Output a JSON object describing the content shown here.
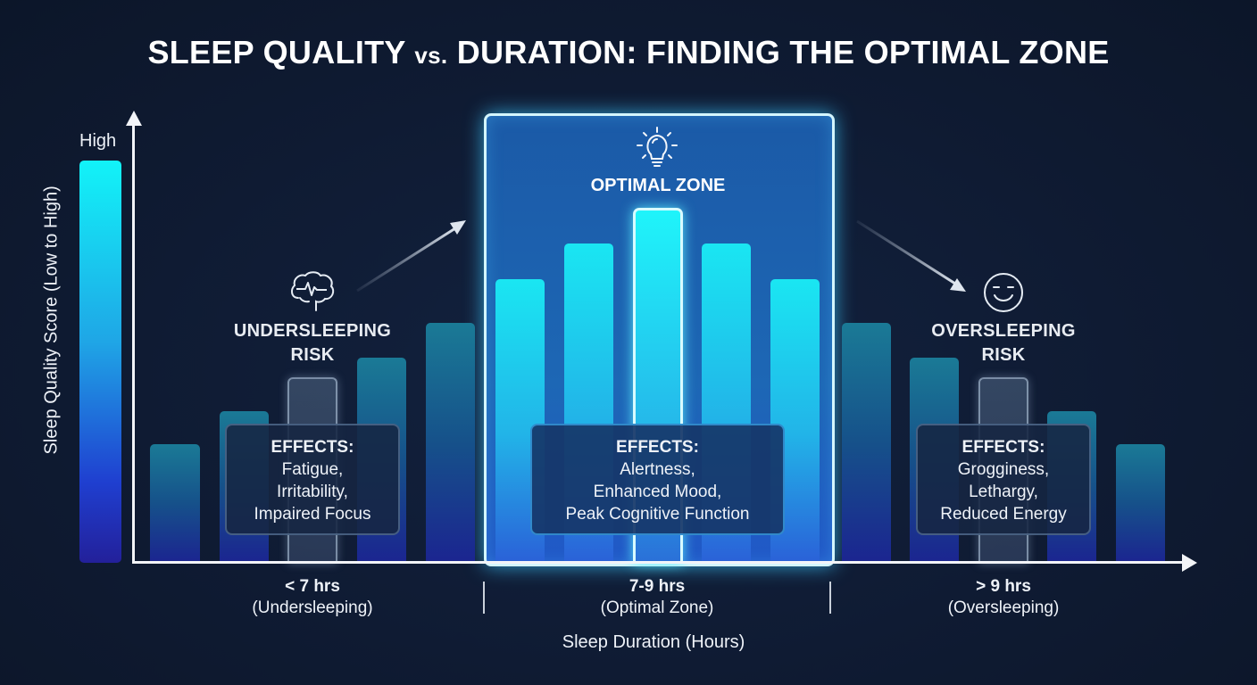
{
  "title": {
    "part1": "SLEEP QUALITY ",
    "vs": "vs.",
    "part2": " DURATION: FINDING THE OPTIMAL ZONE"
  },
  "y_axis": {
    "label": "Sleep Quality Score (Low to High)",
    "high_label": "High"
  },
  "x_axis": {
    "label": "Sleep Duration (Hours)"
  },
  "zones": {
    "under": {
      "icon": "brain-icon",
      "title_line1": "UNDERSLEEPING",
      "title_line2": "RISK",
      "effects_head": "EFFECTS:",
      "effects": [
        "Fatigue,",
        "Irritability,",
        "Impaired Focus"
      ],
      "category": "< 7 hrs",
      "category_sub": "(Undersleeping)"
    },
    "optimal": {
      "icon": "lightbulb-icon",
      "title": "OPTIMAL ZONE",
      "effects_head": "EFFECTS:",
      "effects": [
        "Alertness,",
        "Enhanced Mood,",
        "Peak Cognitive Function"
      ],
      "category": "7-9 hrs",
      "category_sub": "(Optimal Zone)"
    },
    "over": {
      "icon": "sleepy-face-icon",
      "title_line1": "OVERSLEEPING",
      "title_line2": "RISK",
      "effects_head": "EFFECTS:",
      "effects": [
        "Grogginess,",
        "Lethargy,",
        "Reduced Energy"
      ],
      "category": "> 9 hrs",
      "category_sub": "(Oversleeping)"
    }
  },
  "colors": {
    "background": "#0f1b33",
    "optimal_zone": "#1d67b5",
    "bright_bar_top": "#1ae6f2",
    "dim_bar_top": "#1a7a96",
    "bar_bottom": "#1b2590",
    "axis": "#f2f4f8"
  },
  "chart_data": {
    "type": "bar",
    "title": "SLEEP QUALITY vs. DURATION: FINDING THE OPTIMAL ZONE",
    "xlabel": "Sleep Duration (Hours)",
    "ylabel": "Sleep Quality Score (Low to High)",
    "y_tick_labels": [
      "High"
    ],
    "categories": [
      "< 7 hrs (Undersleeping)",
      "7-9 hrs (Optimal Zone)",
      "> 9 hrs (Oversleeping)"
    ],
    "legend_bar": {
      "label": "High",
      "relative_height": 1.0
    },
    "bars_relative_height": [
      0.29,
      0.37,
      0.46,
      0.51,
      0.6,
      0.71,
      0.8,
      0.88,
      0.8,
      0.71,
      0.6,
      0.51,
      0.46,
      0.37,
      0.29
    ],
    "bar_groups": [
      {
        "zone": "Undersleeping",
        "values": [
          0.29,
          0.37,
          0.46,
          0.51,
          0.6
        ]
      },
      {
        "zone": "Optimal Zone",
        "values": [
          0.71,
          0.8,
          0.88,
          0.8,
          0.71
        ]
      },
      {
        "zone": "Oversleeping",
        "values": [
          0.6,
          0.51,
          0.46,
          0.37,
          0.29
        ]
      }
    ],
    "annotations": [
      "UNDERSLEEPING RISK — EFFECTS: Fatigue, Irritability, Impaired Focus",
      "OPTIMAL ZONE — EFFECTS: Alertness, Enhanced Mood, Peak Cognitive Function",
      "OVERSLEEPING RISK — EFFECTS: Grogginess, Lethargy, Reduced Energy"
    ],
    "grid": false,
    "legend_position": "none"
  }
}
